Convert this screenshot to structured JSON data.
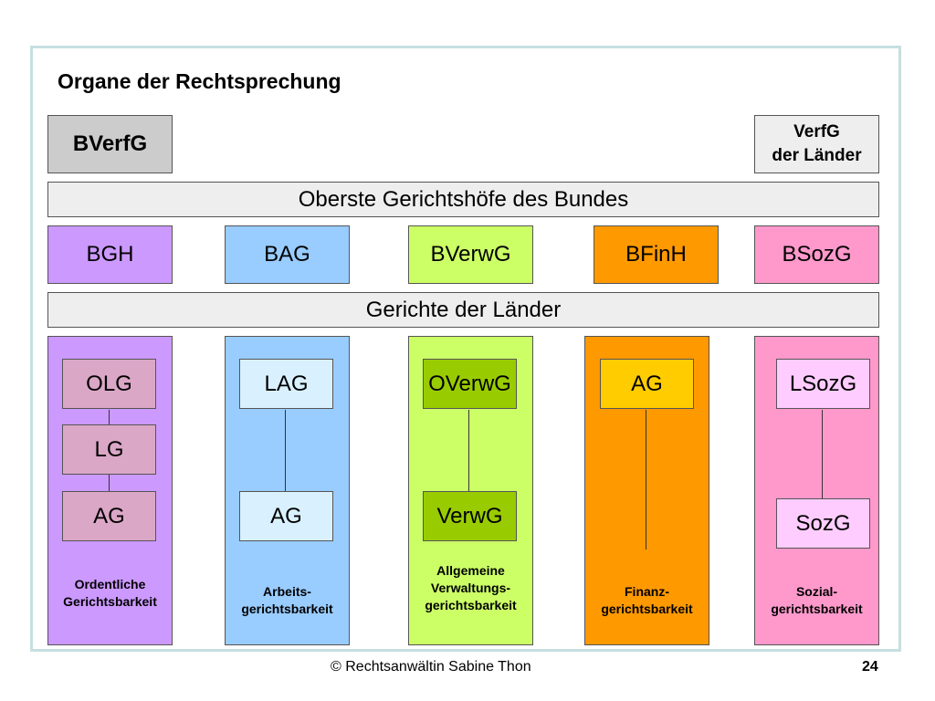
{
  "title": "Organe der Rechtsprechung",
  "top_left": "BVerfG",
  "top_right_line1": "VerfG",
  "top_right_line2": "der Länder",
  "band_federal": "Oberste Gerichtshöfe des Bundes",
  "federal_courts": [
    "BGH",
    "BAG",
    "BVerwG",
    "BFinH",
    "BSozG"
  ],
  "band_states": "Gerichte der Länder",
  "columns": [
    {
      "courts": [
        "OLG",
        "LG",
        "AG"
      ],
      "label_lines": [
        "Ordentliche",
        "Gerichtsbarkeit"
      ]
    },
    {
      "courts": [
        "LAG",
        "AG"
      ],
      "label_lines": [
        "Arbeits-",
        "gerichtsbarkeit"
      ]
    },
    {
      "courts": [
        "OVerwG",
        "VerwG"
      ],
      "label_lines": [
        "Allgemeine",
        "Verwaltungs-",
        "gerichtsbarkeit"
      ]
    },
    {
      "courts": [
        "AG"
      ],
      "label_lines": [
        "Finanz-",
        "gerichtsbarkeit"
      ]
    },
    {
      "courts": [
        "LSozG",
        "SozG"
      ],
      "label_lines": [
        "Sozial-",
        "gerichtsbarkeit"
      ]
    }
  ],
  "colors": {
    "purple": "#cc99ff",
    "purple_light": "#dba7c7",
    "blue": "#99ccff",
    "blue_light": "#d9f1ff",
    "green": "#ccff66",
    "green_dark": "#99cc00",
    "orange": "#ff9900",
    "yellow": "#ffcc00",
    "pink": "#ff99cc",
    "pink_light": "#ffccff",
    "gray": "#cccccc",
    "band": "#eeeeee"
  },
  "footer": {
    "copyright": "© Rechtsanwältin Sabine Thon",
    "page": "24"
  }
}
